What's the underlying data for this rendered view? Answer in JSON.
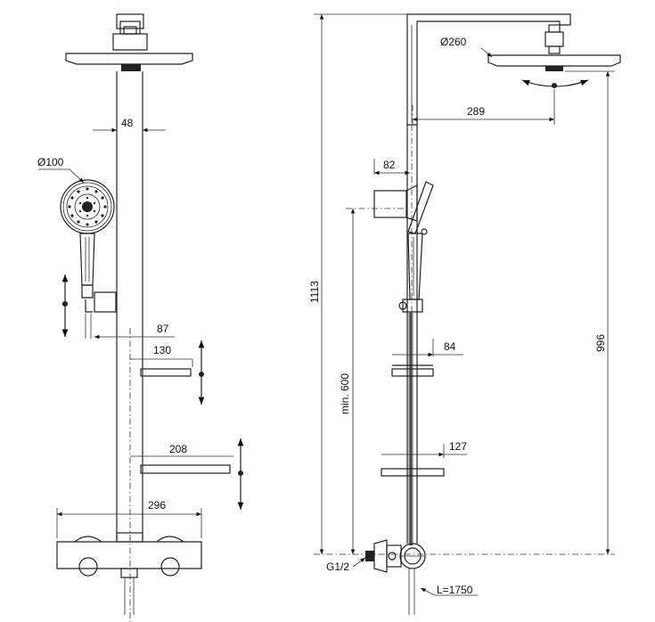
{
  "front_view": {
    "bar_width": "48",
    "hand_shower_dia": "Ø100",
    "hand_shower_offset": "87",
    "shelf_small": "130",
    "shelf_large": "208",
    "thermostat_width": "296"
  },
  "side_view": {
    "head_dia": "Ø260",
    "arm_projection": "289",
    "holder_depth": "82",
    "total_height": "1113",
    "head_height": "996",
    "min_height": "min. 600",
    "shelf_small_depth": "84",
    "shelf_large_depth": "127",
    "inlet_thread": "G1/2",
    "hose_length": "L=1750"
  }
}
